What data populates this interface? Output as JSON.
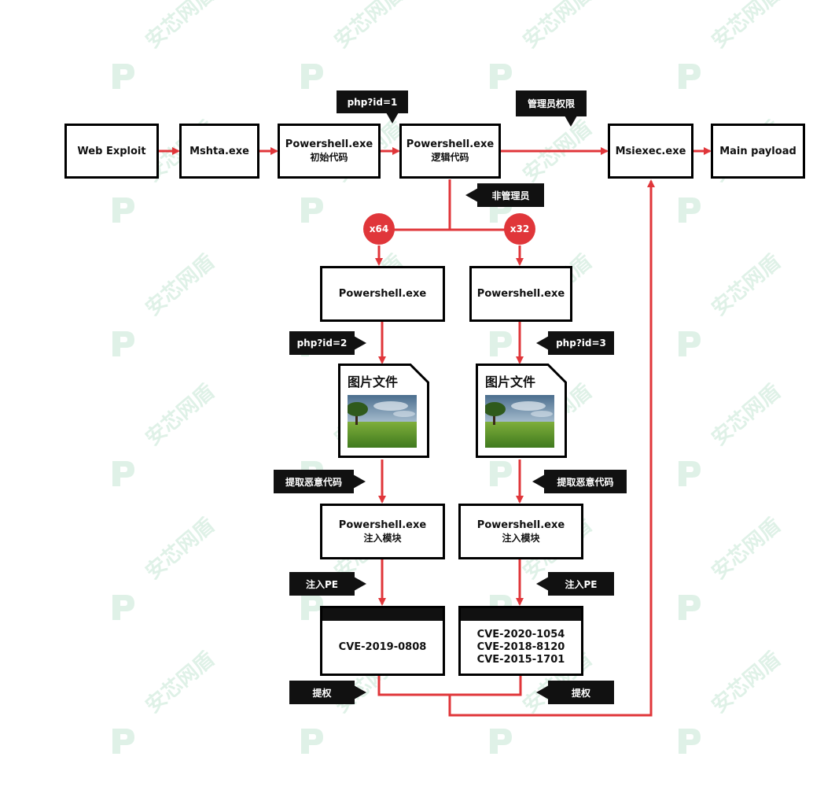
{
  "nodes": {
    "web_exploit": "Web Exploit",
    "mshta": "Mshta.exe",
    "ps_initial": {
      "line1": "Powershell.exe",
      "line2": "初始代码"
    },
    "ps_logic": {
      "line1": "Powershell.exe",
      "line2": "逻辑代码"
    },
    "msiexec": "Msiexec.exe",
    "main_payload": "Main payload",
    "ps_x64": "Powershell.exe",
    "ps_x32": "Powershell.exe",
    "inject_left": {
      "line1": "Powershell.exe",
      "line2": "注入模块"
    },
    "inject_right": {
      "line1": "Powershell.exe",
      "line2": "注入模块"
    },
    "cve_left": [
      "CVE-2019-0808"
    ],
    "cve_right": [
      "CVE-2020-1054",
      "CVE-2018-8120",
      "CVE-2015-1701"
    ]
  },
  "tags": {
    "php1": "php?id=1",
    "admin": "管理员权限",
    "non_admin": "非管理员",
    "php2": "php?id=2",
    "php3": "php?id=3",
    "extract_left": "提取恶意代码",
    "extract_right": "提取恶意代码",
    "inject_pe_left": "注入PE",
    "inject_pe_right": "注入PE",
    "escalate_left": "提权",
    "escalate_right": "提权"
  },
  "circles": {
    "x64": "x64",
    "x32": "x32"
  },
  "image_doc": {
    "left_title": "图片文件",
    "right_title": "图片文件"
  },
  "colors": {
    "arrow": "#e0363a",
    "box_border": "#000000",
    "tag_bg": "#111111",
    "watermark": "#2da865"
  },
  "watermark": {
    "brand": "安芯网盾"
  }
}
